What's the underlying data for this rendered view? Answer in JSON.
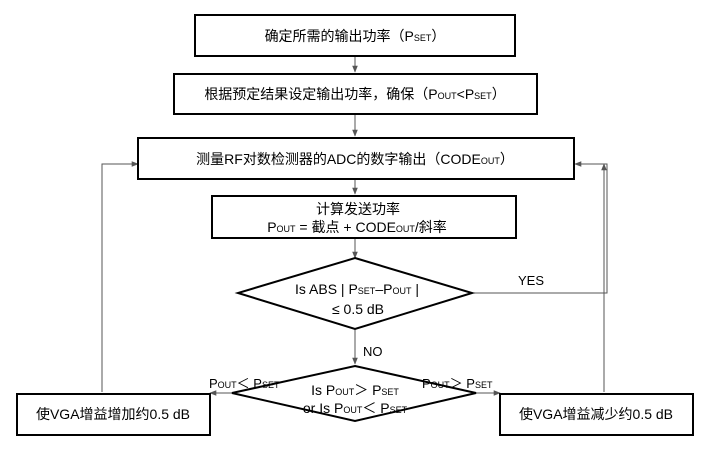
{
  "flowchart": {
    "step1": {
      "prefix": "确定所需的输出功率（P",
      "sub": "SET",
      "suffix": "）"
    },
    "step2": {
      "prefix": "根据预定结果设定输出功率，确保（P",
      "sub1": "OUT",
      "mid": "<P",
      "sub2": "SET",
      "suffix": "）"
    },
    "step3": {
      "prefix": "测量RF对数检测器的ADC的数字输出（CODE",
      "sub": "OUT",
      "suffix": "）"
    },
    "step4": {
      "line1": "计算发送功率",
      "line2_prefix": "P",
      "line2_sub1": "OUT",
      "line2_mid": " = 截点 + CODE",
      "line2_sub2": "OUT",
      "line2_suffix": "/斜率"
    },
    "decision1": {
      "line1_prefix": "Is ABS | P",
      "line1_sub1": "SET",
      "line1_mid": "–P",
      "line1_sub2": "OUT",
      "line1_suffix": " |",
      "line2": "≤  0.5 dB"
    },
    "decision2": {
      "line1_prefix": "Is  P",
      "line1_sub1": "OUT",
      "line1_mid": "＞ P",
      "line1_sub2": "SET",
      "line2_prefix": "or Is  P",
      "line2_sub1": "OUT",
      "line2_mid": "＜ P",
      "line2_sub2": "SET"
    },
    "increase_box": "使VGA增益增加约0.5 dB",
    "decrease_box": "使VGA增益减少约0.5 dB",
    "yes_label": "YES",
    "no_label": "NO",
    "left_branch": {
      "p": "P",
      "sub1": "OUT",
      "mid": "＜ P",
      "sub2": "SET"
    },
    "right_branch": {
      "p": "P",
      "sub1": "OUT",
      "mid": "＞ P",
      "sub2": "SET"
    }
  }
}
